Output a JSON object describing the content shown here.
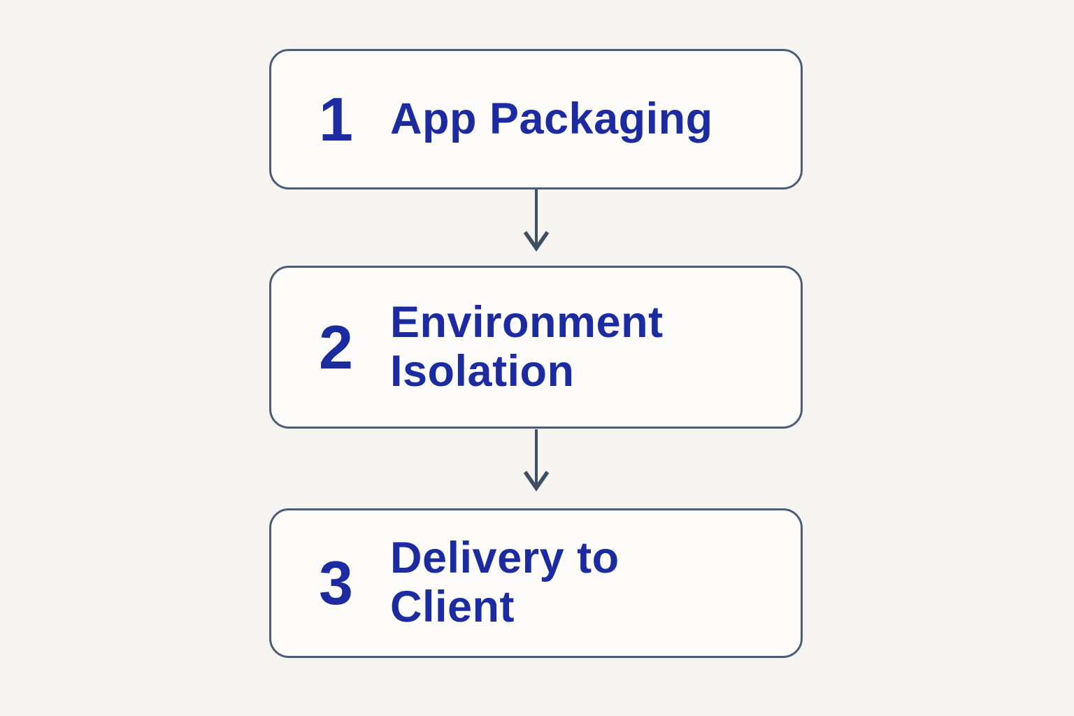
{
  "diagram": {
    "title": "",
    "type": "flowchart-vertical",
    "colors": {
      "background": "#f6f4f1",
      "box_fill": "#fdfcfb",
      "box_border": "#4c5d75",
      "text": "#1c2b9f",
      "arrow": "#3e4e63"
    },
    "steps": [
      {
        "number": "1",
        "label": "App Packaging"
      },
      {
        "number": "2",
        "label": "Environment\nIsolation"
      },
      {
        "number": "3",
        "label": "Delivery to\nClient"
      }
    ]
  }
}
